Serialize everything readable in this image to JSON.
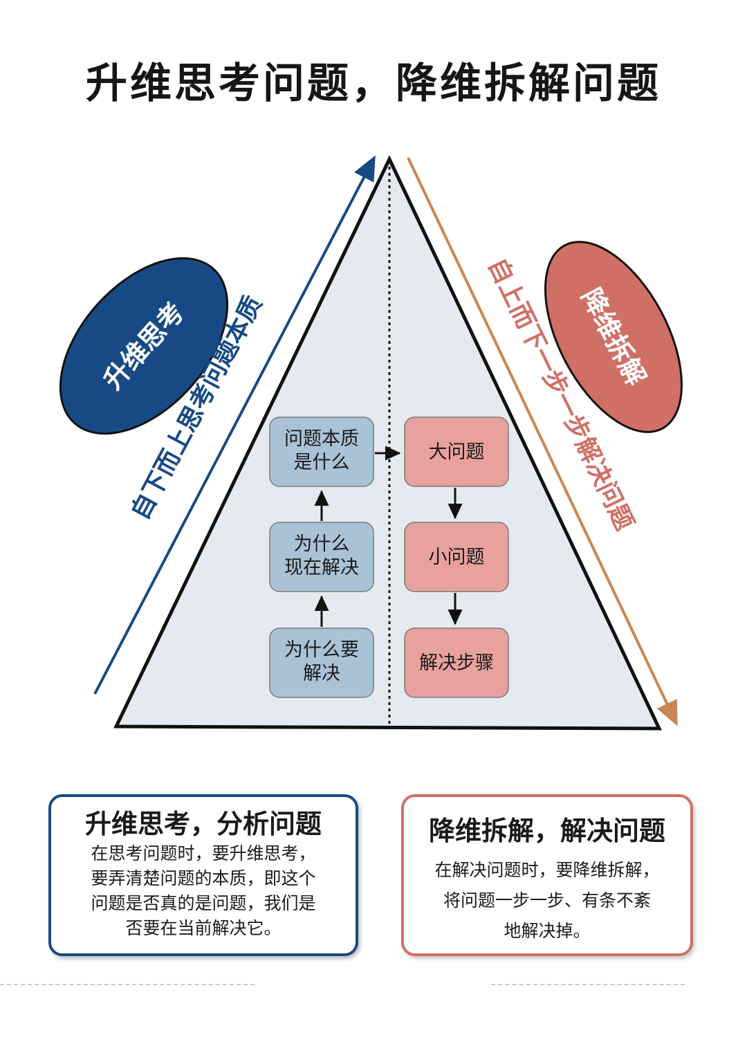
{
  "title": "升维思考问题，降维拆解问题",
  "diagram": {
    "left_oval": "升维思考",
    "right_oval": "降维拆解",
    "left_arrow_label": "自下而上思考问题本质",
    "right_arrow_label": "自上而下一步一步解决问题",
    "left_boxes": [
      {
        "lines": [
          "问题本质",
          "是什么"
        ]
      },
      {
        "lines": [
          "为什么",
          "现在解决"
        ]
      },
      {
        "lines": [
          "为什么要",
          "解决"
        ]
      }
    ],
    "right_boxes": [
      {
        "lines": [
          "大问题"
        ]
      },
      {
        "lines": [
          "小问题"
        ]
      },
      {
        "lines": [
          "解决步骤"
        ]
      }
    ],
    "colors": {
      "blue": "#174a84",
      "red": "#d06f65",
      "blue_box": "#a9c2d6",
      "red_box": "#e8a19c",
      "triangle_fill": "#e5eaf0",
      "orange_arrow": "#c98652"
    }
  },
  "cards": {
    "left": {
      "title": "升维思考，分析问题",
      "lines": [
        "在思考问题时，要升维思考，",
        "要弄清楚问题的本质，即这个",
        "问题是否真的是问题，我们是",
        "否要在当前解决它。"
      ]
    },
    "right": {
      "title": "降维拆解，解决问题",
      "lines": [
        "在解决问题时，要降维拆解，",
        "将问题一步一步、有条不紊",
        "地解决掉。"
      ]
    }
  }
}
